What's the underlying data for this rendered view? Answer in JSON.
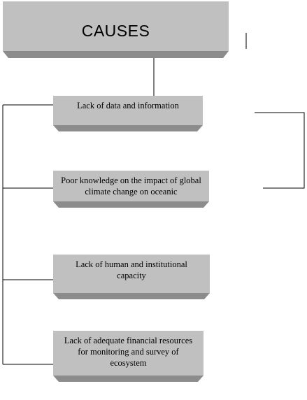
{
  "header": {
    "title": "CAUSES"
  },
  "causes": [
    {
      "text": "Lack of data and information"
    },
    {
      "text": "Poor knowledge on the impact of global climate change on oceanic"
    },
    {
      "text": "Lack of human and institutional capacity"
    },
    {
      "text": "Lack of adequate financial resources for monitoring and survey of ecosystem"
    }
  ],
  "colors": {
    "box_face": "#c0c0c0",
    "box_bevel": "#8c8c8c",
    "line": "#000000"
  }
}
